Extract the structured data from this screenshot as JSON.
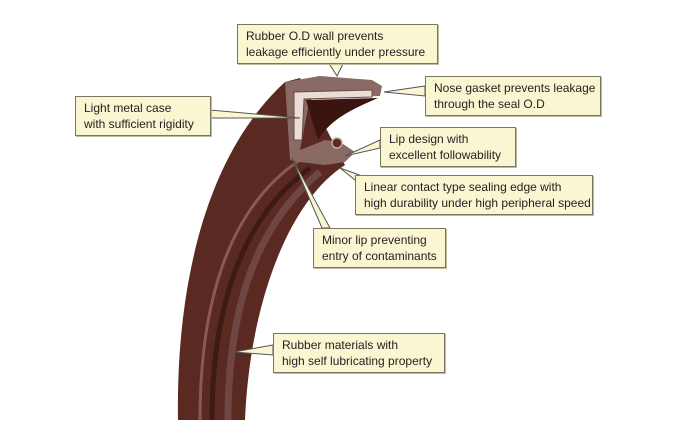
{
  "title": "Oil seal structure diagram",
  "colors": {
    "rubber": "#5a2a22",
    "rubber_light": "#7a4a40",
    "case": "#8a6a64",
    "metal": "#ecdcd8",
    "callout_bg": "#fbf6d2"
  },
  "callouts": [
    {
      "id": "od-wall",
      "lines": [
        "Rubber O.D wall prevents",
        "leakage efficiently under pressure"
      ]
    },
    {
      "id": "nose-gasket",
      "lines": [
        "Nose gasket prevents leakage",
        "through the seal O.D"
      ]
    },
    {
      "id": "metal-case",
      "lines": [
        "Light metal case",
        "with sufficient rigidity"
      ]
    },
    {
      "id": "lip-design",
      "lines": [
        "Lip design with",
        "excellent followability"
      ]
    },
    {
      "id": "sealing-edge",
      "lines": [
        "Linear contact type sealing edge with",
        "high durability under high peripheral speed"
      ]
    },
    {
      "id": "minor-lip",
      "lines": [
        "Minor lip preventing",
        "entry of contaminants"
      ]
    },
    {
      "id": "rubber-materials",
      "lines": [
        "Rubber materials with",
        "high self lubricating property"
      ]
    }
  ]
}
